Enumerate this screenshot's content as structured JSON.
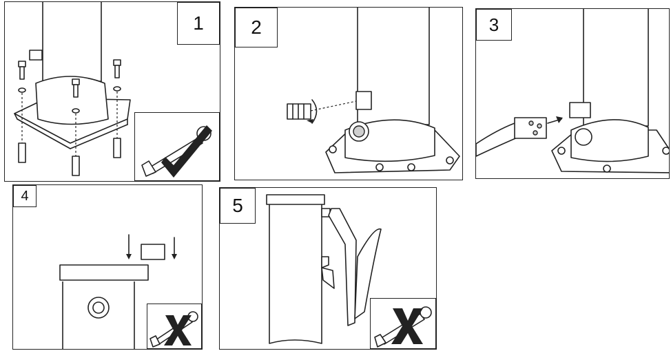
{
  "steps": [
    {
      "number": "1",
      "tool_status": "correct"
    },
    {
      "number": "2"
    },
    {
      "number": "3"
    },
    {
      "number": "4",
      "tool_status": "incorrect"
    },
    {
      "number": "5",
      "tool_status": "incorrect"
    }
  ],
  "icons": {
    "wrench": "wrench-icon",
    "check": "checkmark-icon",
    "cross": "x-mark-icon"
  }
}
